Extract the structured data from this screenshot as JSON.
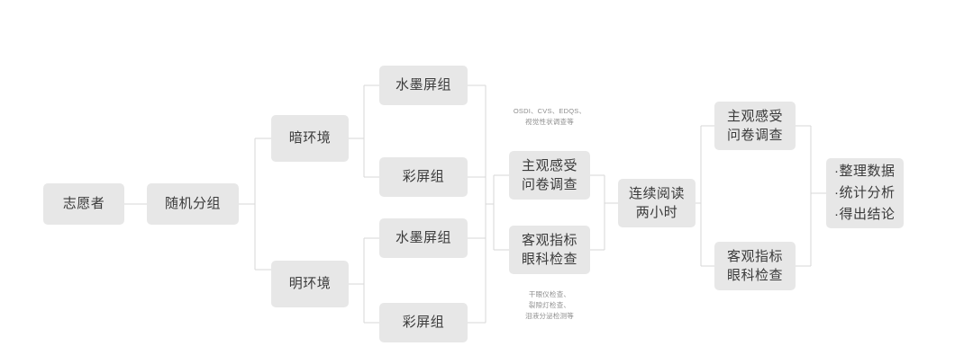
{
  "diagram": {
    "title": "screen-type reading experiment flowchart",
    "style": {
      "node_fill": "#e7e7e7",
      "node_text": "#3b3b3b",
      "link_color": "#d5d5d5",
      "annotation_text": "#8e8e8e",
      "background": "#ffffff"
    },
    "nodes": {
      "volunteers": {
        "lines": [
          "志愿者"
        ]
      },
      "randomization": {
        "lines": [
          "随机分组"
        ]
      },
      "dark_environment": {
        "lines": [
          "暗环境"
        ]
      },
      "light_environment": {
        "lines": [
          "明环境"
        ]
      },
      "dark_eink_group": {
        "lines": [
          "水墨屏组"
        ]
      },
      "dark_color_group": {
        "lines": [
          "彩屏组"
        ]
      },
      "light_eink_group": {
        "lines": [
          "水墨屏组"
        ]
      },
      "light_color_group": {
        "lines": [
          "彩屏组"
        ]
      },
      "pre_subjective": {
        "lines": [
          "主观感受",
          "问卷调查"
        ]
      },
      "pre_objective": {
        "lines": [
          "客观指标",
          "眼科检查"
        ]
      },
      "reading_task": {
        "lines": [
          "连续阅读",
          "两小时"
        ]
      },
      "post_subjective": {
        "lines": [
          "主观感受",
          "问卷调查"
        ]
      },
      "post_objective": {
        "lines": [
          "客观指标",
          "眼科检查"
        ]
      },
      "conclusion": {
        "lines": [
          "·整理数据",
          "·统计分析",
          "·得出结论"
        ]
      }
    },
    "annotations": {
      "subjective_note": {
        "lines": [
          "OSDI、CVS、EDQS、",
          "视觉性状调查等"
        ]
      },
      "objective_note": {
        "lines": [
          "干眼仪检查、",
          "裂隙灯检查、",
          "泪液分泌检测等"
        ]
      }
    }
  }
}
